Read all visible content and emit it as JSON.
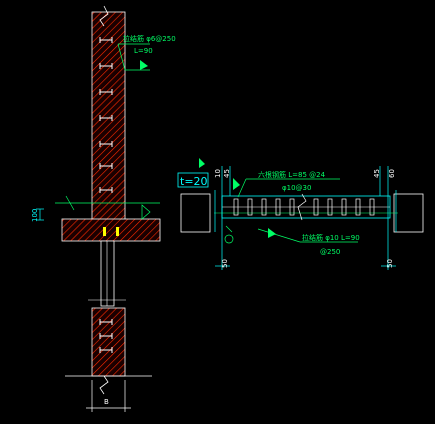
{
  "colors": {
    "background": "#000000",
    "masonry_hatch": "#ff2a00",
    "rebar": "#ffffff",
    "dimension": "#00ffff",
    "leader": "#00ff66",
    "pin": "#ffff00"
  },
  "left_detail": {
    "note_top_line1": "拉结筋 φ6@250",
    "note_top_line2": "L=90",
    "dim_height": "100",
    "dim_width": "B"
  },
  "right_detail": {
    "tag": "t=20",
    "note_line1": "六根钢筋 L=85 @24",
    "note_line2": "φ10@30",
    "note_bottom_line1": "拉结筋 φ10 L=90",
    "note_bottom_line2": "@250",
    "dim_left_a": "10",
    "dim_left_b": "45",
    "dim_right_a": "45",
    "dim_right_b": "60",
    "dim_bottom_left": "50",
    "dim_bottom_right": "50"
  }
}
